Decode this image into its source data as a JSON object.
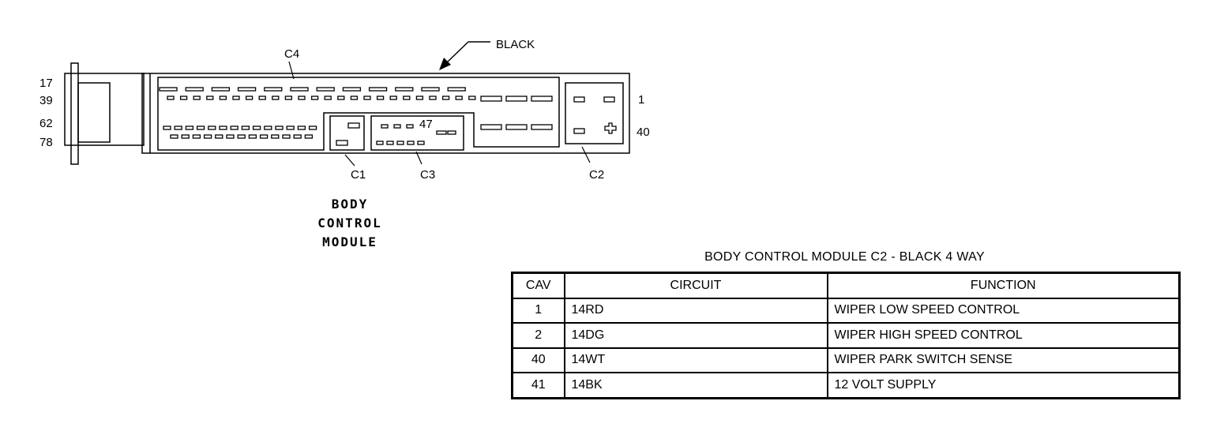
{
  "diagram": {
    "module_label_lines": [
      "BODY",
      "CONTROL",
      "MODULE"
    ],
    "color_callout": "BLACK",
    "connectors": {
      "c1": "C1",
      "c2": "C2",
      "c3": "C3",
      "c4": "C4"
    },
    "pin_labels": {
      "p17": "17",
      "p39": "39",
      "p62": "62",
      "p78": "78",
      "p47": "47",
      "p1": "1",
      "p40": "40"
    }
  },
  "table": {
    "title": "BODY CONTROL MODULE C2 - BLACK 4 WAY",
    "headers": [
      "CAV",
      "CIRCUIT",
      "FUNCTION"
    ],
    "rows": [
      {
        "cav": "1",
        "circuit": "14RD",
        "function": "WIPER LOW SPEED CONTROL"
      },
      {
        "cav": "2",
        "circuit": "14DG",
        "function": "WIPER HIGH SPEED CONTROL"
      },
      {
        "cav": "40",
        "circuit": "14WT",
        "function": "WIPER PARK SWITCH SENSE"
      },
      {
        "cav": "41",
        "circuit": "14BK",
        "function": "12 VOLT SUPPLY"
      }
    ]
  }
}
